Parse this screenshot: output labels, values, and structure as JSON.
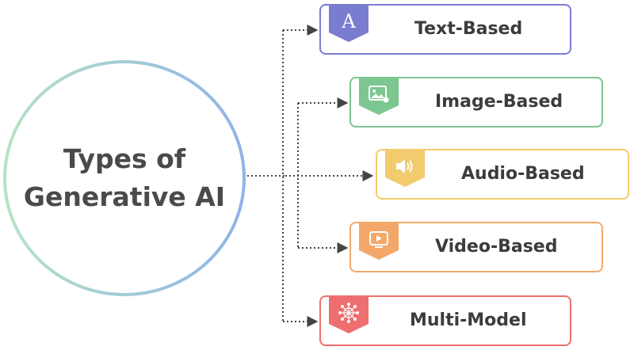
{
  "center": {
    "line1": "Types of",
    "line2": "Generative AI"
  },
  "colors": {
    "text": "#7a7ccf",
    "image": "#7cc690",
    "audio": "#f2cb6e",
    "video": "#f3a869",
    "multi": "#ee6f6f",
    "circle_left": "#b7e3c5",
    "circle_right": "#8fb3e8",
    "connector": "#444444"
  },
  "categories": [
    {
      "key": "text",
      "label": "Text-Based",
      "icon": "letter-a-icon"
    },
    {
      "key": "image",
      "label": "Image-Based",
      "icon": "image-icon"
    },
    {
      "key": "audio",
      "label": "Audio-Based",
      "icon": "speaker-icon"
    },
    {
      "key": "video",
      "label": "Video-Based",
      "icon": "video-play-icon"
    },
    {
      "key": "multi",
      "label": "Multi-Model",
      "icon": "neural-network-icon"
    }
  ]
}
